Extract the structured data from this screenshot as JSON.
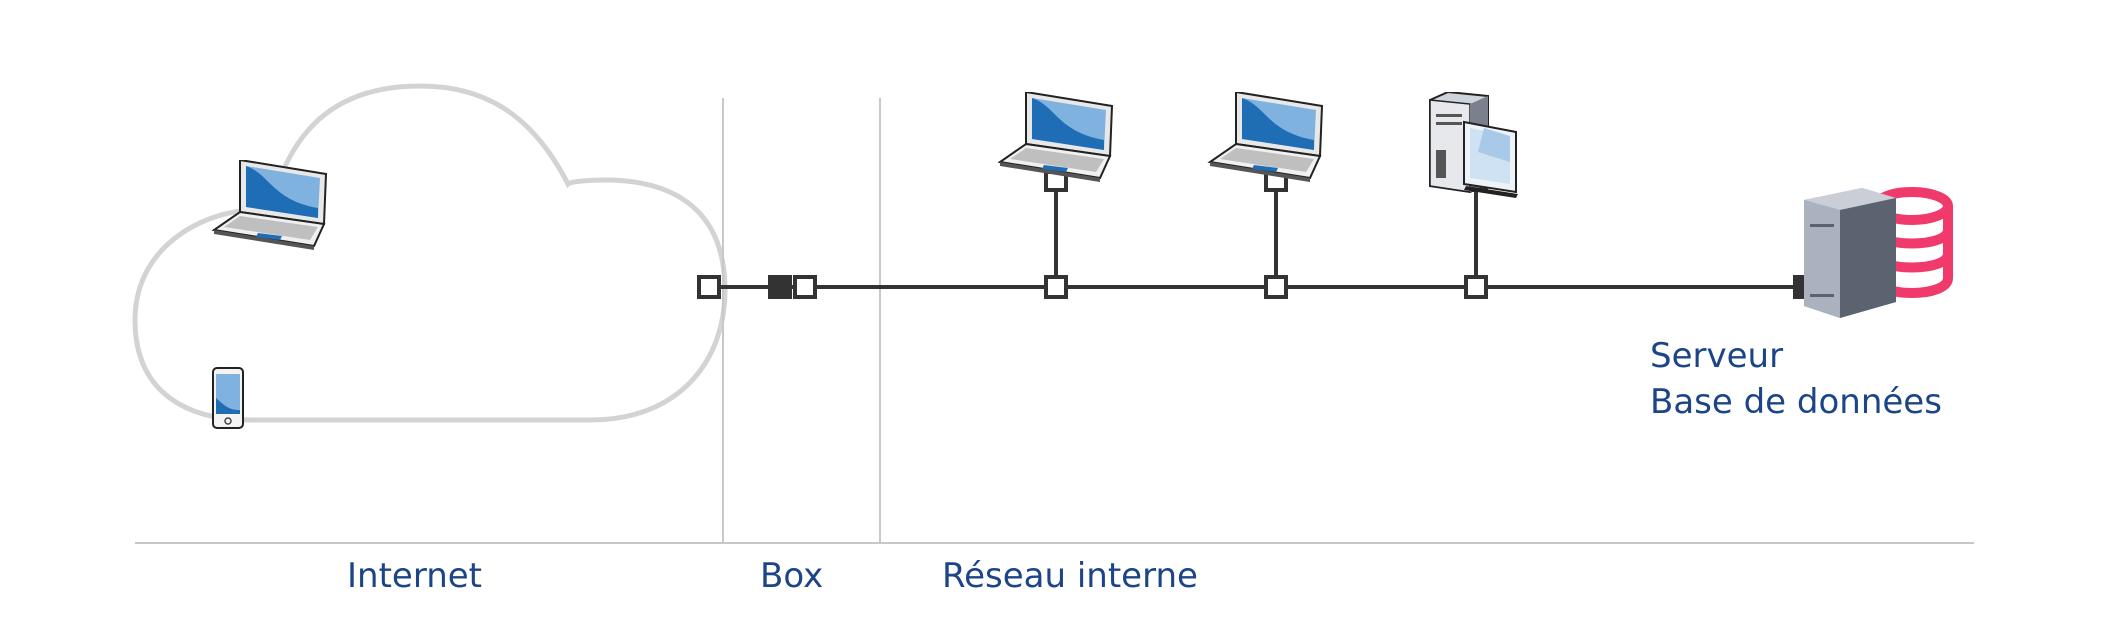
{
  "zones": {
    "internet": "Internet",
    "box": "Box",
    "internal": "Réseau interne"
  },
  "server": {
    "line1": "Serveur",
    "line2": "Base de données"
  },
  "icons": {
    "cloud": "cloud-icon",
    "laptop": "laptop-icon",
    "smartphone": "smartphone-icon",
    "desktop": "desktop-computer-icon",
    "server": "server-tower-icon",
    "database": "database-icon"
  },
  "colors": {
    "label": "#1c4587",
    "cable": "#333333",
    "cloud_outline": "#d3d3d3",
    "separator": "#c8c8c8",
    "screen": "#1f6eb5",
    "database": "#f03a6b",
    "server_body": "#9aa3b2",
    "server_side": "#5b6270"
  }
}
